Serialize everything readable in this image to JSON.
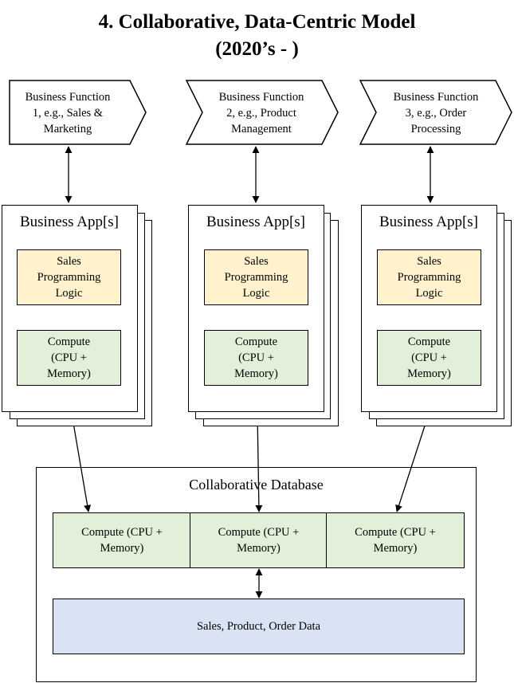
{
  "title": {
    "line1": "4. Collaborative,  Data-Centric Model",
    "line2": "(2020’s - )"
  },
  "functions": [
    {
      "line1": "Business Function",
      "line2": "1, e.g., Sales &",
      "line3": "Marketing"
    },
    {
      "line1": "Business Function",
      "line2": "2, e.g., Product",
      "line3": "Management"
    },
    {
      "line1": "Business Function",
      "line2": "3, e.g., Order",
      "line3": "Processing"
    }
  ],
  "apps": [
    {
      "title": "Business App[s]",
      "logic": "Sales\nProgramming\nLogic",
      "compute": "Compute\n(CPU +\nMemory)"
    },
    {
      "title": "Business App[s]",
      "logic": "Sales\nProgramming\nLogic",
      "compute": "Compute\n(CPU +\nMemory)"
    },
    {
      "title": "Business App[s]",
      "logic": "Sales\nProgramming\nLogic",
      "compute": "Compute\n(CPU +\nMemory)"
    }
  ],
  "database": {
    "title": "Collaborative Database",
    "compute": [
      "Compute (CPU +\nMemory)",
      "Compute (CPU +\nMemory)",
      "Compute (CPU +\nMemory)"
    ],
    "data": "Sales, Product, Order Data"
  },
  "colors": {
    "logic_fill": "#fff2cc",
    "compute_fill": "#e2efd9",
    "data_fill": "#dae3f3"
  }
}
